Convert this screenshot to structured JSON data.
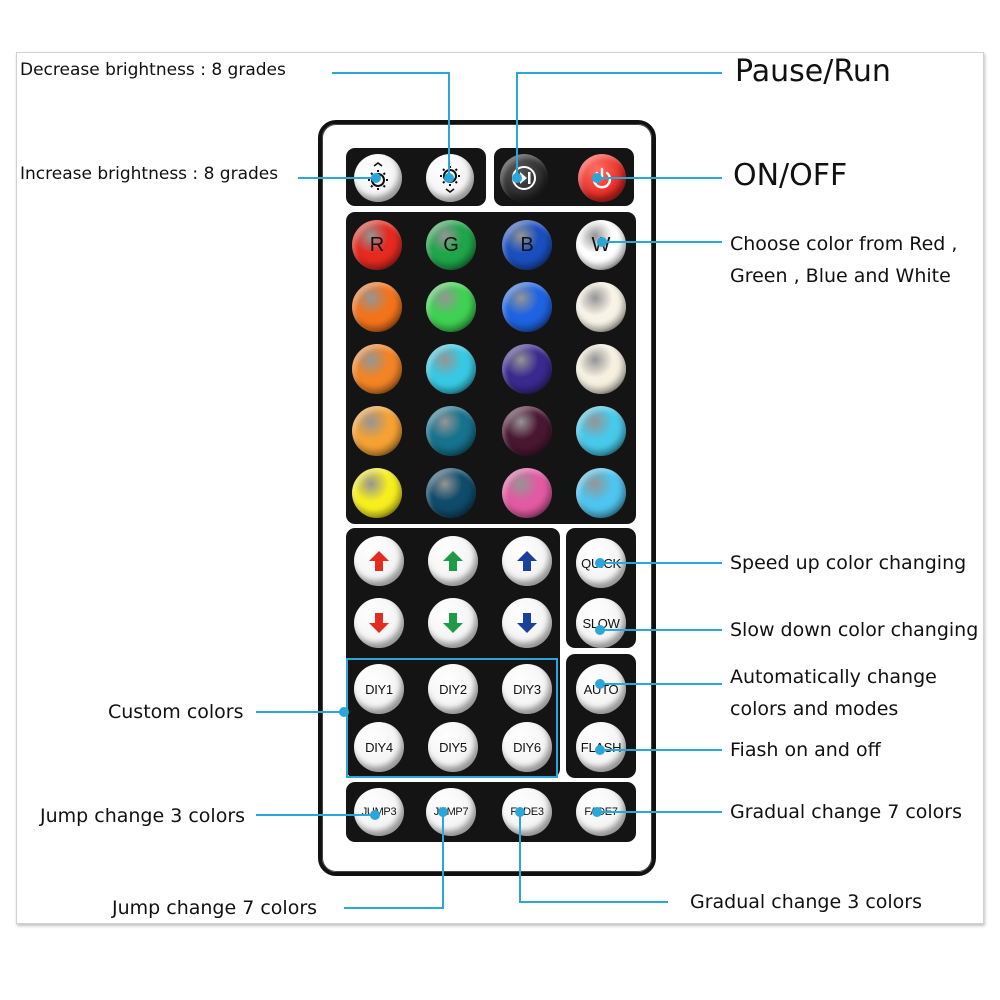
{
  "labels": {
    "decrease_brightness": "Decrease brightness : 8 grades",
    "increase_brightness": "Increase brightness : 8 grades",
    "pause_run": "Pause/Run",
    "on_off": "ON/OFF",
    "choose_color_line1": "Choose color from Red ,",
    "choose_color_line2": "Green , Blue and White",
    "speed_up": "Speed up color changing",
    "slow_down": "Slow down color changing",
    "auto_line1": "Automatically change",
    "auto_line2": "colors and modes",
    "flash": "Fiash on and off",
    "custom_colors": "Custom colors",
    "jump3": "Jump change 3 colors",
    "jump7": "Jump change 7 colors",
    "gradual3": "Gradual change 3 colors",
    "gradual7": "Gradual change 7 colors"
  },
  "remote": {
    "color_row_labels": [
      "R",
      "G",
      "B",
      "W"
    ],
    "color_grid": [
      [
        "#e52a1f",
        "#1fa54a",
        "#1b4fbf",
        "#ffffff"
      ],
      [
        "#f2731c",
        "#3ed152",
        "#1f63e2",
        "#f7f3e6"
      ],
      [
        "#f28426",
        "#37c9e3",
        "#3a2a8f",
        "#f5f0e0"
      ],
      [
        "#f5a134",
        "#16728d",
        "#4a1732",
        "#48c9ea"
      ],
      [
        "#f7ee1e",
        "#0f4b6b",
        "#e25aa2",
        "#4fc4ee"
      ]
    ],
    "quick_label": "QUICK",
    "slow_label": "SLOW",
    "auto_label": "AUTO",
    "flash_label": "FLASH",
    "diy_labels": [
      "DIY1",
      "DIY2",
      "DIY3",
      "DIY4",
      "DIY5",
      "DIY6"
    ],
    "mode_labels": [
      "JUMP3",
      "JUMP7",
      "FADE3",
      "FADE7"
    ],
    "arrow_colors": [
      "#e52a1f",
      "#1f9a47",
      "#1b3f9f"
    ]
  },
  "colors": {
    "callout_line": "#2aa6d9",
    "power_red": "#e8302a",
    "play_dark": "#2a2a2a"
  }
}
